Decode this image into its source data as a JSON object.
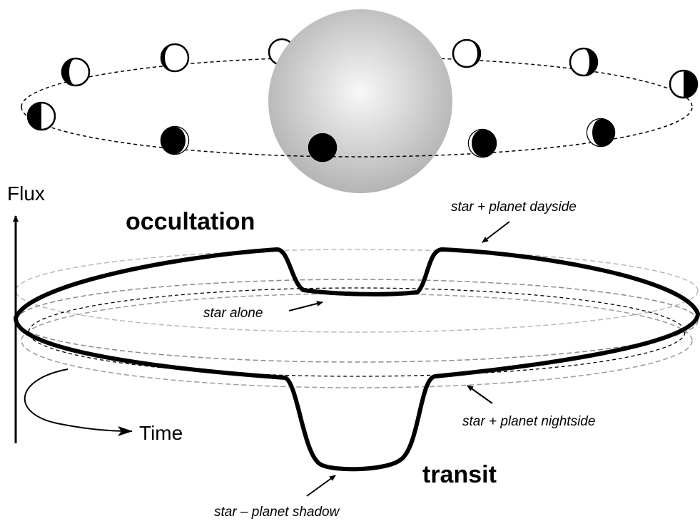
{
  "axes": {
    "y_label": "Flux",
    "x_label": "Time"
  },
  "labels": {
    "occultation": "occultation",
    "transit": "transit",
    "dayside": "star + planet dayside",
    "star_alone": "star alone",
    "nightside": "star + planet nightside",
    "shadow": "star – planet shadow"
  },
  "colors": {
    "ink": "#000000",
    "star_center": "#f8f8f8",
    "star_edge": "#b4b4b4",
    "guide_light": "#b8b8b8",
    "guide_mid": "#8a8a8a"
  },
  "planet_phases": [
    "waxing-gibbous",
    "first-quarter",
    "waxing-crescent",
    "new",
    "waning-crescent",
    "last-quarter",
    "waning-gibbous",
    "full",
    "full",
    "full",
    "waxing-gibbous-right",
    "last-quarter-right"
  ]
}
